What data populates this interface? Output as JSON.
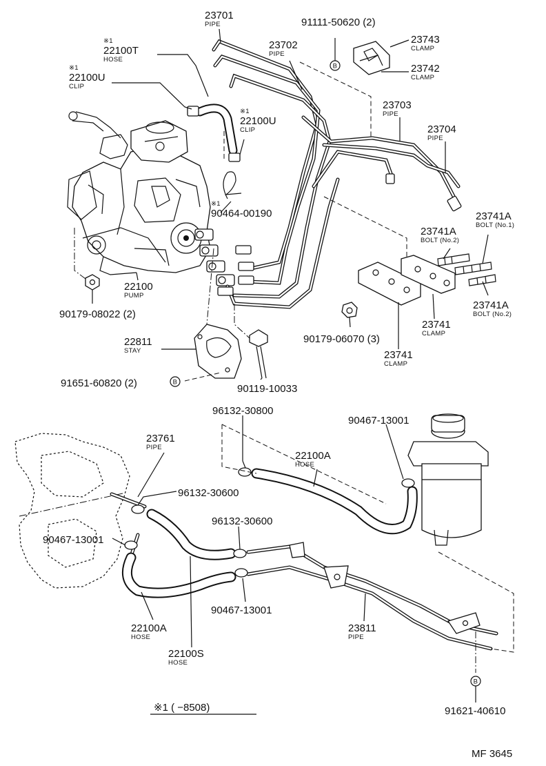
{
  "labels": [
    {
      "id": "23701",
      "part": "23701",
      "desc": "PIPE"
    },
    {
      "id": "23702",
      "part": "23702",
      "desc": "PIPE"
    },
    {
      "id": "91111",
      "part": "91111-50620 (2)",
      "desc": ""
    },
    {
      "id": "23743",
      "part": "23743",
      "desc": "CLAMP"
    },
    {
      "id": "23742",
      "part": "23742",
      "desc": "CLAMP"
    },
    {
      "id": "22100T",
      "part": "22100T",
      "desc": "HOSE",
      "mark": "※1"
    },
    {
      "id": "22100U-a",
      "part": "22100U",
      "desc": "CLIP",
      "mark": "※1"
    },
    {
      "id": "22100U-b",
      "part": "22100U",
      "desc": "CLIP",
      "mark": "※1"
    },
    {
      "id": "23703",
      "part": "23703",
      "desc": "PIPE"
    },
    {
      "id": "23704",
      "part": "23704",
      "desc": "PIPE"
    },
    {
      "id": "90464",
      "part": "90464-00190",
      "desc": "",
      "mark": "※1"
    },
    {
      "id": "23741A-1",
      "part": "23741A",
      "desc": "BOLT (No.1)"
    },
    {
      "id": "23741A-2",
      "part": "23741A",
      "desc": "BOLT (No.2)"
    },
    {
      "id": "23741A-3",
      "part": "23741A",
      "desc": "BOLT (No.2)"
    },
    {
      "id": "22100",
      "part": "22100",
      "desc": "PUMP"
    },
    {
      "id": "90179-08022",
      "part": "90179-08022 (2)",
      "desc": ""
    },
    {
      "id": "23741-a",
      "part": "23741",
      "desc": "CLAMP"
    },
    {
      "id": "90179-06070",
      "part": "90179-06070 (3)",
      "desc": ""
    },
    {
      "id": "23741-b",
      "part": "23741",
      "desc": "CLAMP"
    },
    {
      "id": "22811",
      "part": "22811",
      "desc": "STAY"
    },
    {
      "id": "91651",
      "part": "91651-60820 (2)",
      "desc": ""
    },
    {
      "id": "90119",
      "part": "90119-10033",
      "desc": ""
    },
    {
      "id": "96132-30800",
      "part": "96132-30800",
      "desc": ""
    },
    {
      "id": "90467-a",
      "part": "90467-13001",
      "desc": ""
    },
    {
      "id": "23761",
      "part": "23761",
      "desc": "PIPE"
    },
    {
      "id": "22100A-a",
      "part": "22100A",
      "desc": "HOSE"
    },
    {
      "id": "96132-30600-a",
      "part": "96132-30600",
      "desc": ""
    },
    {
      "id": "96132-30600-b",
      "part": "96132-30600",
      "desc": ""
    },
    {
      "id": "90467-b",
      "part": "90467-13001",
      "desc": ""
    },
    {
      "id": "90467-c",
      "part": "90467-13001",
      "desc": ""
    },
    {
      "id": "22100A-b",
      "part": "22100A",
      "desc": "HOSE"
    },
    {
      "id": "23811",
      "part": "23811",
      "desc": "PIPE"
    },
    {
      "id": "22100S",
      "part": "22100S",
      "desc": "HOSE"
    },
    {
      "id": "91621",
      "part": "91621-40610",
      "desc": ""
    }
  ],
  "b_marker": "B",
  "footnote": "※1 (      −8508)",
  "figure_code": "MF 3645"
}
